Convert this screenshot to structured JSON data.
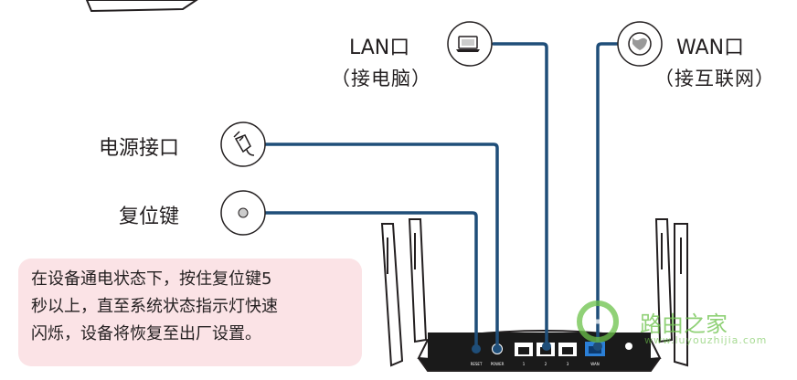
{
  "labels": {
    "lan": "LAN口",
    "lan_sub": "（接电脑）",
    "wan": "WAN口",
    "wan_sub": "（接互联网）",
    "power": "电源接口",
    "reset": "复位键"
  },
  "note": {
    "line1": "在设备通电状态下，按住复位键5",
    "line2": "秒以上，直至系统状态指示灯快速",
    "line3": "闪烁，设备将恢复至出厂设置。"
  },
  "router_ports": {
    "reset": "RESET",
    "power": "POWER",
    "lan1": "1",
    "lan2": "2",
    "lan3": "3",
    "wan": "WAN"
  },
  "watermark": {
    "text": "路由之家",
    "sub": "www.luyouzhijia.com"
  },
  "colors": {
    "line": "#1f4e79",
    "note_bg": "#fbe3e6",
    "wan_port": "#2b7fd6"
  }
}
